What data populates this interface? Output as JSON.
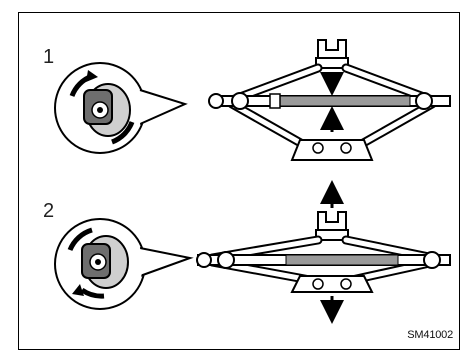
{
  "steps": [
    {
      "number": "1",
      "action": "lower"
    },
    {
      "number": "2",
      "action": "raise"
    }
  ],
  "figure_code": "SM41002"
}
